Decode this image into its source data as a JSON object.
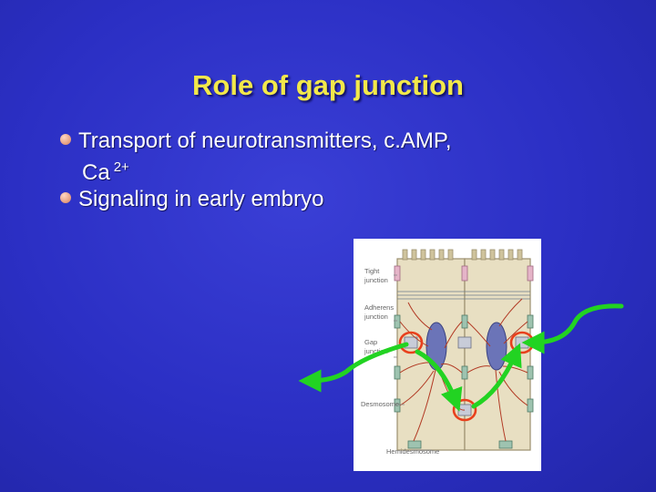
{
  "slide": {
    "title": "Role of gap junction",
    "bullets": [
      {
        "main": "Transport of neurotransmitters, c.AMP,",
        "cont": "Ca",
        "cont_sup": "2+"
      },
      {
        "main": "Signaling in early embryo"
      }
    ]
  },
  "figure": {
    "labels": {
      "tight": [
        "Tight",
        "junction"
      ],
      "adherens": [
        "Adherens",
        "junction"
      ],
      "gap": [
        "Gap",
        "junction"
      ],
      "desmosome": "Desmosome",
      "hemidesmosome": "Hemidesmosome"
    }
  },
  "colors": {
    "background": "#2b2fc4",
    "title": "#f2e84a",
    "bullet_text": "#ffffff",
    "arrow": "#22d322",
    "highlight_ring": "#e8401c"
  }
}
